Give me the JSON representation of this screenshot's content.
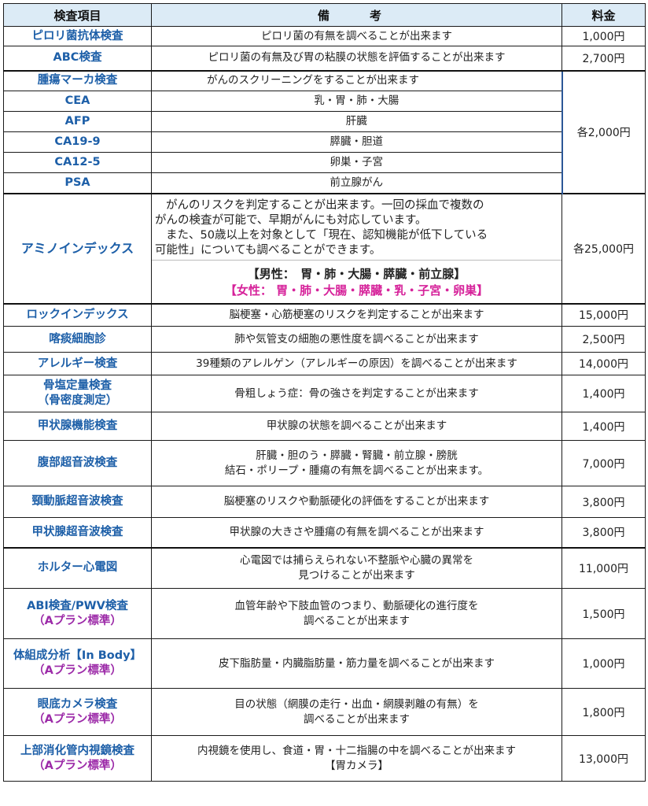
{
  "header": {
    "item": "検査項目",
    "note": "備　考",
    "price": "料金"
  },
  "rows": {
    "pylori": {
      "item": "ピロリ菌抗体検査",
      "note": "ピロリ菌の有無を調べることが出来ます",
      "price": "1,000円"
    },
    "abc": {
      "item": "ABC検査",
      "note": "ピロリ菌の有無及び胃の粘膜の状態を評価することが出来ます",
      "price": "2,700円"
    },
    "tumor": {
      "item": "腫瘍マーカ検査",
      "note": "がんのスクリーニングをすることが出来ます",
      "price": "各2,000円"
    },
    "cea": {
      "item": "CEA",
      "note": "乳・胃・肺・大腸"
    },
    "afp": {
      "item": "AFP",
      "note": "肝臓"
    },
    "ca199": {
      "item": "CA19-9",
      "note": "膵臓・胆道"
    },
    "ca125": {
      "item": "CA12-5",
      "note": "卵巣・子宮"
    },
    "psa": {
      "item": "PSA",
      "note": "前立腺がん"
    },
    "amino": {
      "item": "アミノインデックス",
      "desc_line1": "がんのリスクを判定することが出来ます。一回の採血で複数の",
      "desc_line2": "がんの検査が可能で、早期がんにも対応しています。",
      "desc_line3": "また、50歳以上を対象として「現在、認知機能が低下している",
      "desc_line4": "可能性」についても調べることができます。",
      "male": "【男性：　胃・肺・大腸・膵臓・前立腺】",
      "female": "【女性：  胃・肺・大腸・膵臓・乳・子宮・卵巣】",
      "price": "各25,000円"
    },
    "lox": {
      "item": "ロックインデックス",
      "note": "脳梗塞・心筋梗塞のリスクを判定することが出来ます",
      "price": "15,000円"
    },
    "sputum": {
      "item": "喀痰細胞診",
      "note": "肺や気管支の細胞の悪性度を調べることが出来ます",
      "price": "2,500円"
    },
    "allergy": {
      "item": "アレルギー検査",
      "note": "39種類のアレルゲン（アレルギーの原因）を調べることが出来ます",
      "price": "14,000円"
    },
    "bone": {
      "item": "骨塩定量検査",
      "item_sub": "（骨密度測定）",
      "note": "骨粗しょう症：骨の強さを判定することが出来ます",
      "price": "1,400円"
    },
    "thyroid_func": {
      "item": "甲状腺機能検査",
      "note": "甲状腺の状態を調べることが出来ます",
      "price": "1,400円"
    },
    "abdomen_us": {
      "item": "腹部超音波検査",
      "note_line1": "肝臓・胆のう・膵臓・腎臓・前立腺・膀胱",
      "note_line2": "結石・ポリープ・腫瘍の有無を調べることが出来ます。",
      "price": "7,000円"
    },
    "carotid_us": {
      "item": "頸動脈超音波検査",
      "note": "脳梗塞のリスクや動脈硬化の評価をすることが出来ます",
      "price": "3,800円"
    },
    "thyroid_us": {
      "item": "甲状腺超音波検査",
      "note": "甲状腺の大きさや腫瘍の有無を調べることが出来ます",
      "price": "3,800円"
    },
    "holter": {
      "item": "ホルター心電図",
      "note_line1": "心電図では捕らえられない不整脈や心臓の異常を",
      "note_line2": "見つけることが出来ます",
      "price": "11,000円"
    },
    "abi": {
      "item": "ABI検査/PWV検査",
      "item_sub": "（Aプラン標準）",
      "note_line1": "血管年齢や下肢血管のつまり、動脈硬化の進行度を",
      "note_line2": "調べることが出来ます",
      "price": "1,500円"
    },
    "inbody": {
      "item": "体組成分析【In Body】",
      "item_sub": "（Aプラン標準）",
      "note": "皮下脂肪量・内臓脂肪量・筋力量を調べることが出来ます",
      "price": "1,000円"
    },
    "fundus": {
      "item": "眼底カメラ検査",
      "item_sub": "（Aプラン標準）",
      "note_line1": "目の状態（網膜の走行・出血・網膜剥離の有無）を",
      "note_line2": "調べることが出来ます",
      "price": "1,800円"
    },
    "endoscopy": {
      "item": "上部消化管内視鏡検査",
      "item_sub": "（Aプラン標準）",
      "note_line1": "内視鏡を使用し、食道・胃・十二指腸の中を調べることが出来ます",
      "note_line2": "【胃カメラ】",
      "price": "13,000円"
    }
  }
}
